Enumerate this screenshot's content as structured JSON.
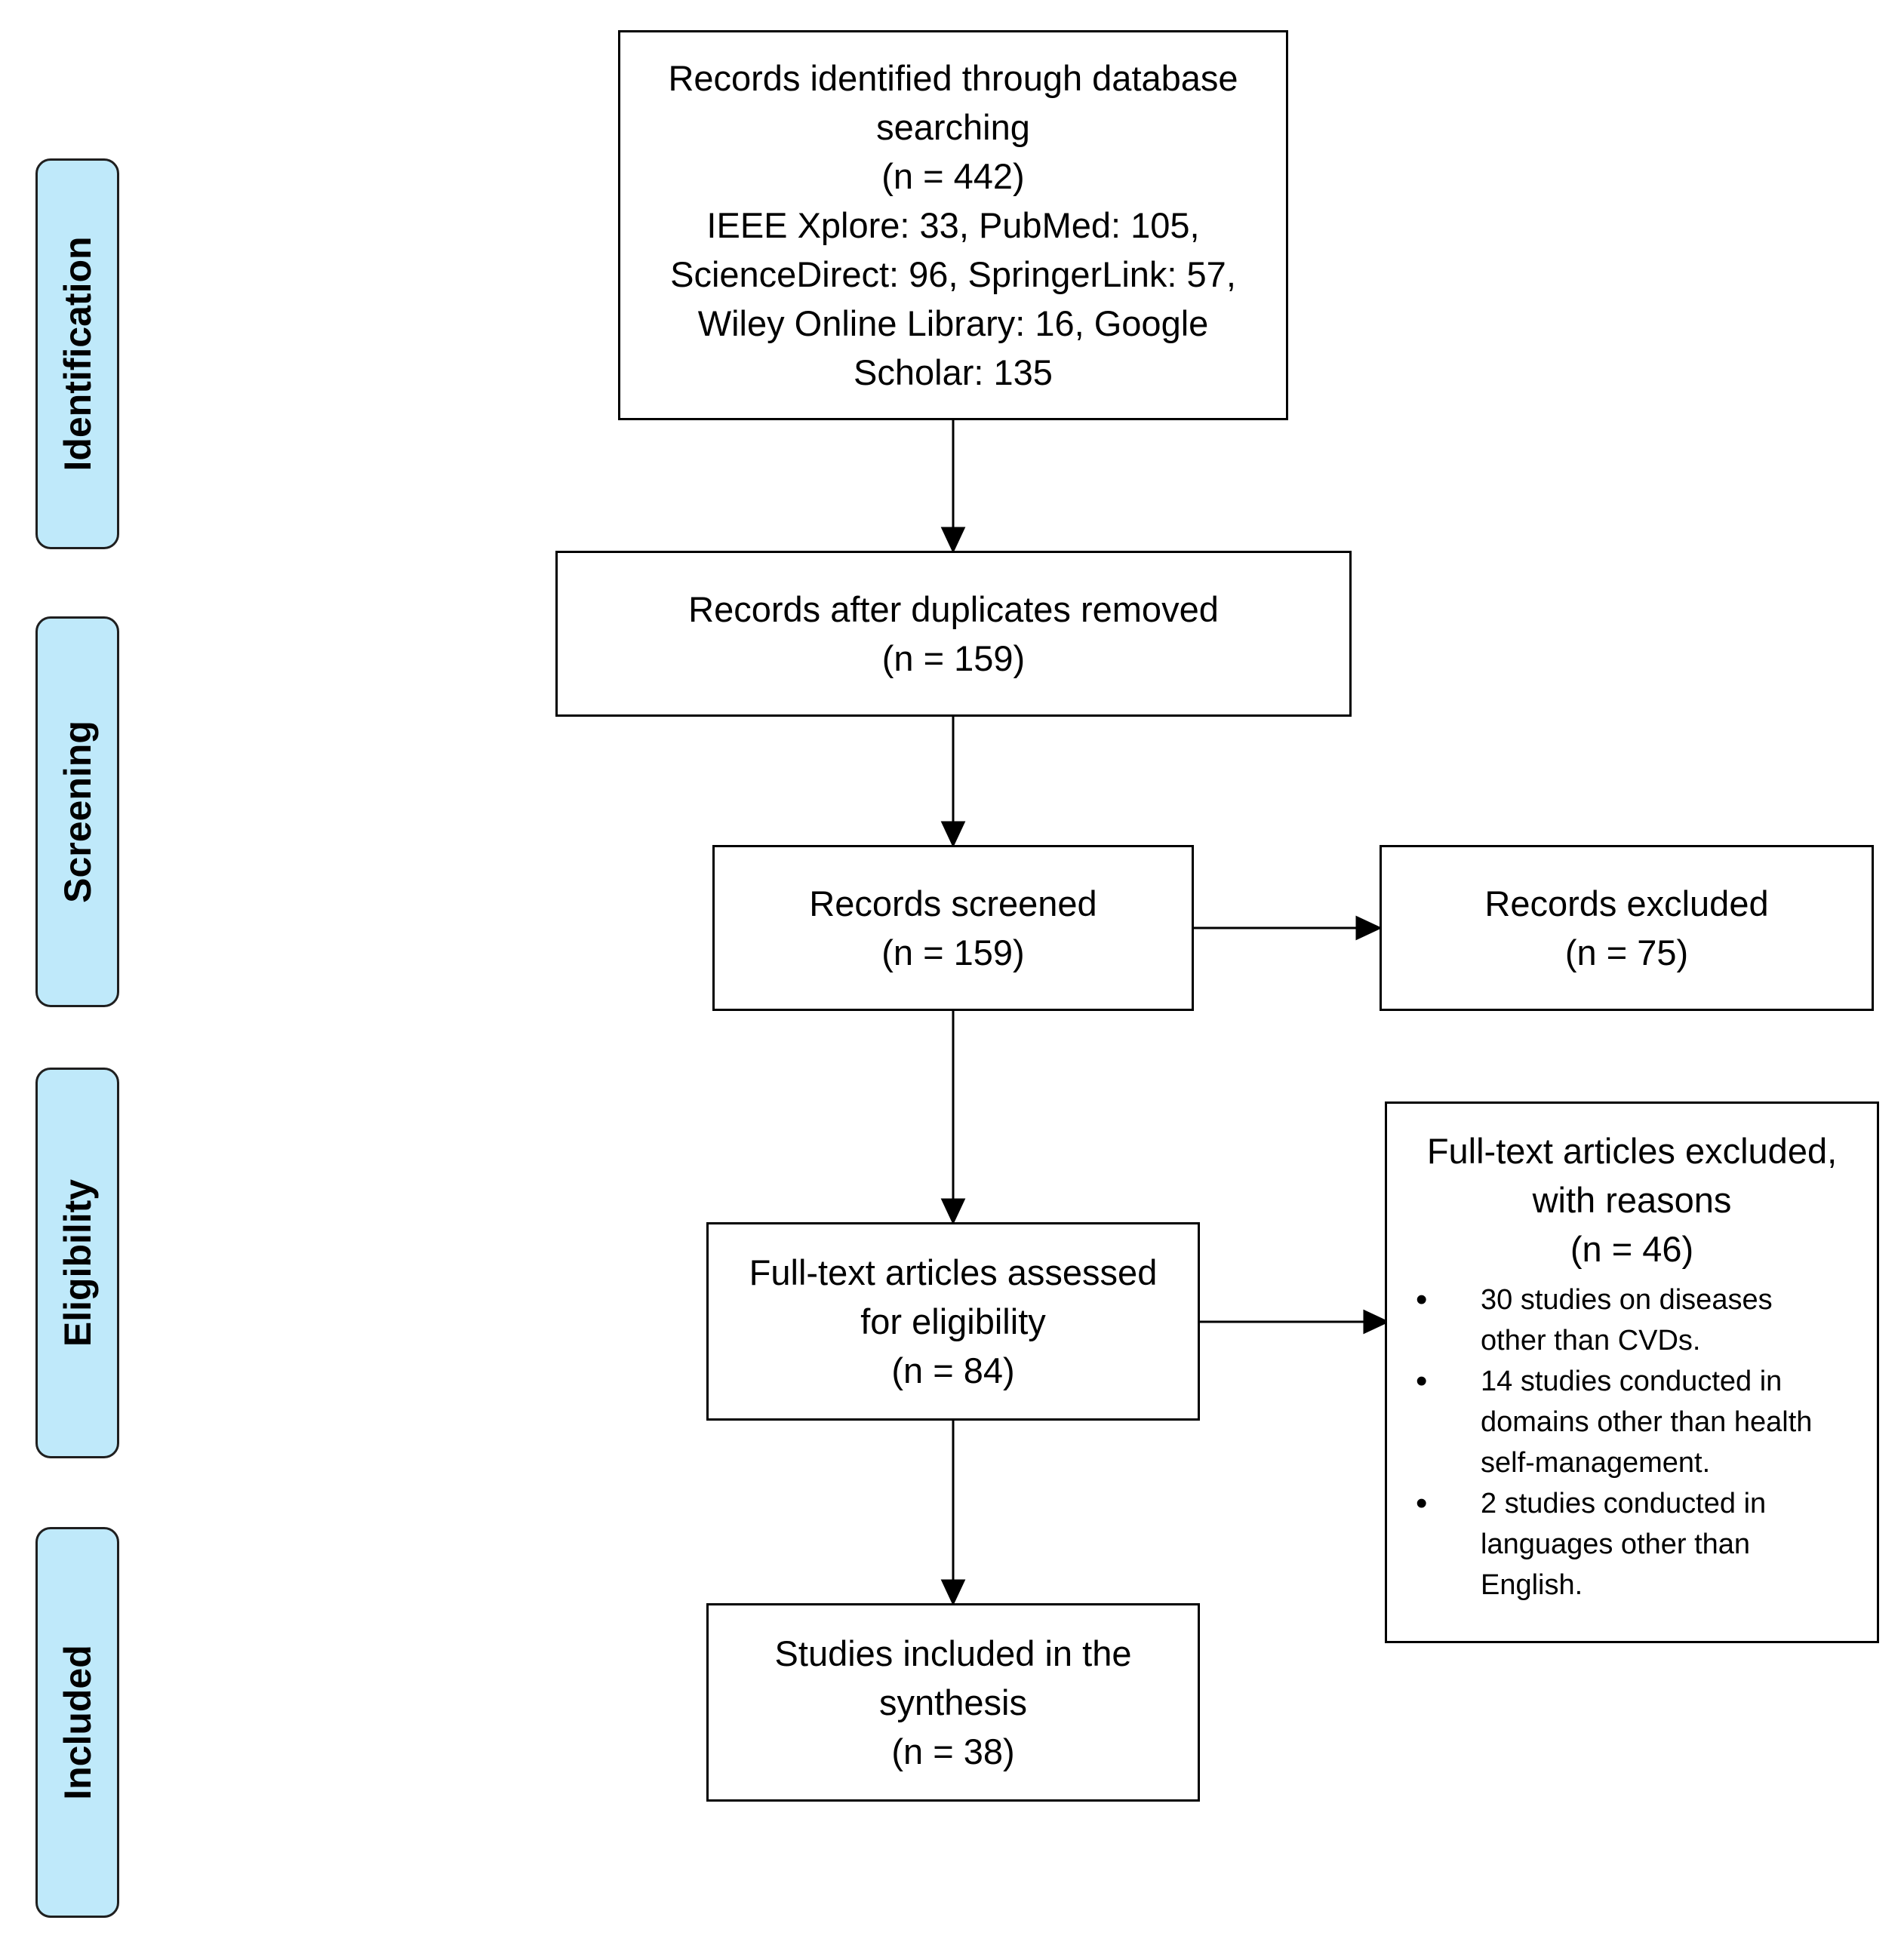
{
  "phases": {
    "identification": "Identification",
    "screening": "Screening",
    "eligibility": "Eligibility",
    "included": "Included"
  },
  "identified": {
    "lines": [
      "Records identified through database",
      "searching",
      "(n =  442)",
      "IEEE Xplore: 33, PubMed: 105,",
      "ScienceDirect: 96, SpringerLink: 57,",
      "Wiley Online Library: 16, Google",
      "Scholar: 135"
    ]
  },
  "duplicates_removed": {
    "lines": [
      "Records after duplicates removed",
      "(n =  159)"
    ]
  },
  "screened": {
    "lines": [
      "Records screened",
      "(n =  159)"
    ]
  },
  "records_excluded": {
    "lines": [
      "Records excluded",
      "(n =  75)"
    ]
  },
  "fulltext_assessed": {
    "lines": [
      "Full-text articles assessed",
      "for eligibility",
      "(n =  84)"
    ]
  },
  "fulltext_excluded": {
    "lines": [
      "Full-text articles excluded,",
      "with reasons",
      "(n =  46)"
    ],
    "reasons": [
      [
        "30 studies on diseases",
        "other than CVDs."
      ],
      [
        "14 studies conducted in",
        "domains other than health",
        "self-management."
      ],
      [
        "2 studies conducted in",
        "languages other than",
        "English."
      ]
    ]
  },
  "included_studies": {
    "lines": [
      "Studies included in the",
      "synthesis",
      "(n =  38)"
    ]
  }
}
